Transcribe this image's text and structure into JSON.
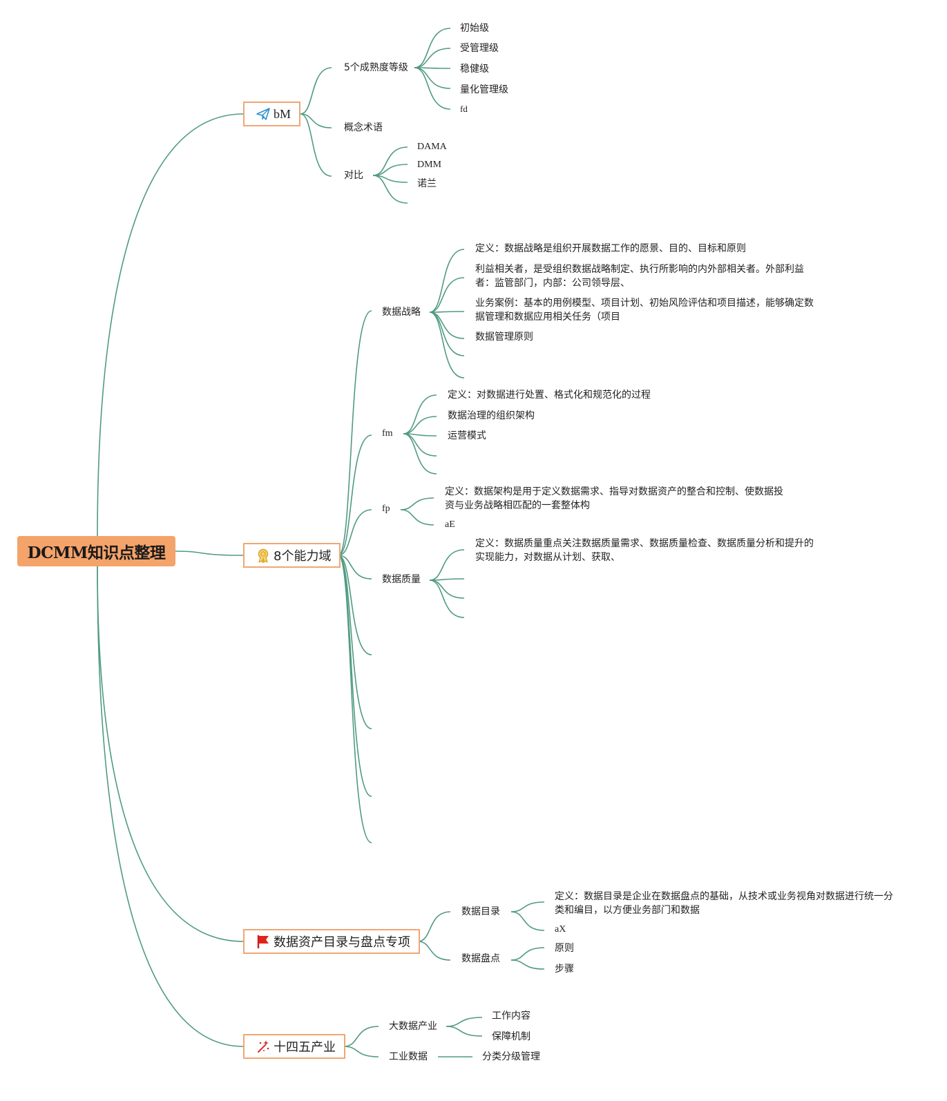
{
  "root": "DCMM知识点整理",
  "branches": [
    {
      "label": "bM",
      "icon": "paper-plane-icon",
      "children": [
        {
          "label": "5个成熟度等级",
          "children": [
            "初始级",
            "受管理级",
            "稳健级",
            "量化管理级",
            "fd"
          ]
        },
        {
          "label": "概念术语",
          "children": []
        },
        {
          "label": "对比",
          "children": [
            "DAMA",
            "DMM",
            "诺兰"
          ]
        }
      ]
    },
    {
      "label": "8个能力域",
      "icon": "medal-icon",
      "children": [
        {
          "label": "数据战略",
          "children": [
            "定义：数据战略是组织开展数据工作的愿景、目的、目标和原则",
            "利益相关者，是受组织数据战略制定、执行所影响的内外部相关者。外部利益者：监管部门，内部：公司领导层、",
            "业务案例：基本的用例模型、项目计划、初始风险评估和项目描述，能够确定数据管理和数据应用相关任务（项目",
            "数据管理原则"
          ]
        },
        {
          "label": "fm",
          "children": [
            "定义：对数据进行处置、格式化和规范化的过程",
            "数据治理的组织架构",
            "运营模式"
          ]
        },
        {
          "label": "fp",
          "children": [
            "定义：数据架构是用于定义数据需求、指导对数据资产的整合和控制、使数据投资与业务战略相匹配的一套整体构",
            "aE"
          ]
        },
        {
          "label": "数据质量",
          "children": [
            "定义：数据质量重点关注数据质量需求、数据质量检查、数据质量分析和提升的实现能力，对数据从计划、获取、"
          ]
        }
      ]
    },
    {
      "label": "数据资产目录与盘点专项",
      "icon": "red-flag-icon",
      "children": [
        {
          "label": "数据目录",
          "children": [
            "定义：数据目录是企业在数据盘点的基础，从技术或业务视角对数据进行统一分类和编目，以方便业务部门和数据",
            "aX"
          ]
        },
        {
          "label": "数据盘点",
          "children": [
            "原则",
            "步骤"
          ]
        }
      ]
    },
    {
      "label": "十四五产业",
      "icon": "sparkle-wand-icon",
      "children": [
        {
          "label": "大数据产业",
          "children": [
            "工作内容",
            "保障机制"
          ]
        },
        {
          "label": "工业数据",
          "children": [
            "分类分级管理"
          ]
        }
      ]
    }
  ],
  "colors": {
    "connector": "#4f9a83",
    "root_fill": "#f4a36a",
    "topic_border": "#f0a673"
  }
}
